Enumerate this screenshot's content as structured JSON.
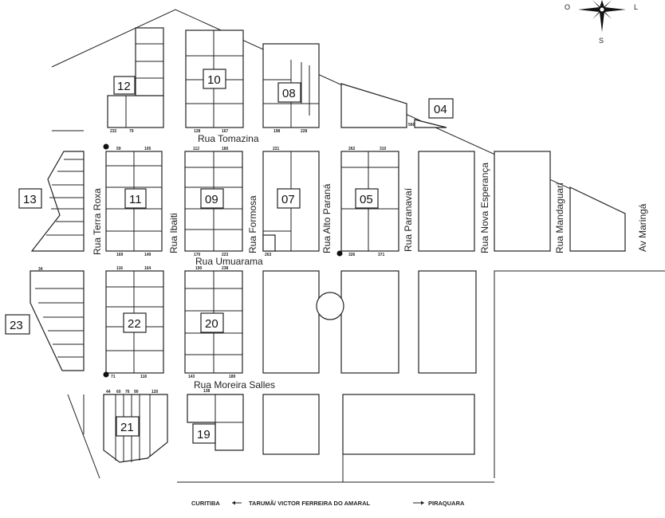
{
  "streets": {
    "horizontal": [
      "Rua Tomazina",
      "Rua Umuarama",
      "Rua Moreira Salles"
    ],
    "vertical": [
      "Rua Terra Roxa",
      "Rua Ibaiti",
      "Rua Formosa",
      "Rua Alto Paraná",
      "Rua Paranavaí",
      "Rua Nova Esperança",
      "Rua Mandaguari",
      "Av Maringá"
    ]
  },
  "block_labels": [
    "12",
    "10",
    "08",
    "04",
    "13",
    "11",
    "09",
    "07",
    "05",
    "23",
    "22",
    "20",
    "21",
    "19"
  ],
  "compass": {
    "west": "O",
    "east": "L",
    "south": "S"
  },
  "footer": {
    "left": "CURITIBA",
    "center": "TARUMÃ/ VICTOR FERREIRA DO AMARAL",
    "right": "PIRAQUARA"
  },
  "lot_numbers": {
    "n79": "79",
    "n232": "232",
    "n128": "128",
    "n167": "167",
    "n198": "198",
    "n228": "228",
    "n59": "59",
    "n105": "105",
    "n112": "112",
    "n180": "180",
    "n221": "221",
    "n262": "262",
    "n310": "310",
    "n169": "169",
    "n149": "149",
    "n170": "170",
    "n223": "223",
    "n263": "263",
    "n326": "326",
    "n371": "371",
    "n116": "116",
    "n164": "164",
    "n190": "190",
    "n238": "238",
    "n71": "71",
    "n118": "118",
    "n143": "143",
    "n189": "189",
    "n44": "44",
    "n60": "60",
    "n76": "76",
    "n90": "90",
    "n120": "120",
    "n138": "138",
    "n34": "34",
    "n566": "566"
  }
}
